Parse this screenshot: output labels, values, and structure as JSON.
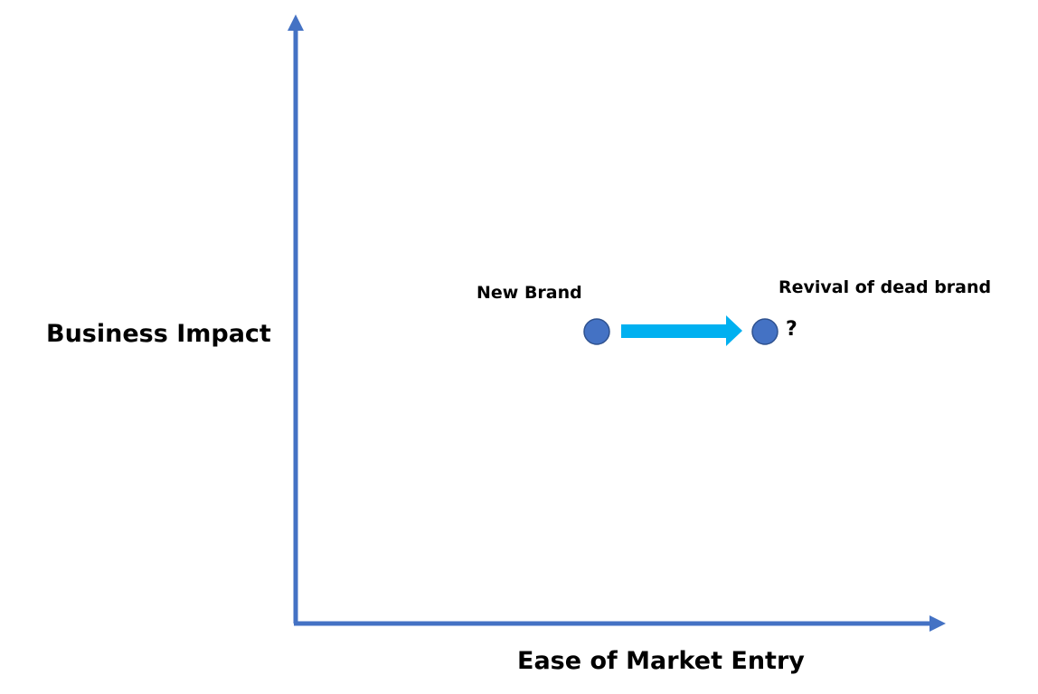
{
  "diagram": {
    "y_axis_label": "Business Impact",
    "x_axis_label": "Ease of Market Entry",
    "points": {
      "new_brand": {
        "label": "New Brand",
        "color": "#4472C4"
      },
      "revival": {
        "label": "Revival of dead brand",
        "annotation": "?",
        "color": "#4472C4"
      }
    },
    "transition_arrow_color": "#00B0F0",
    "axis_color": "#4472C4"
  }
}
